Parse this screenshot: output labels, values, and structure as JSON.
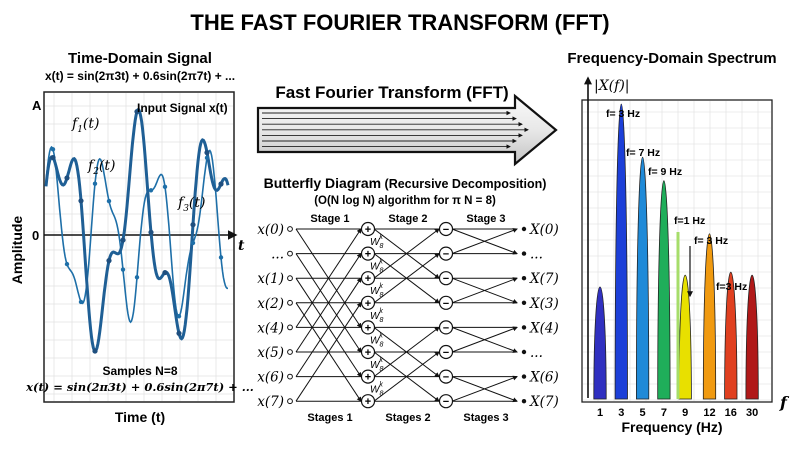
{
  "title": "THE FAST FOURIER TRANSFORM (FFT)",
  "time_panel": {
    "heading": "Time-Domain Signal",
    "equation_top": "x(t) = sin(2π3t) + 0.6sin(2π7t) + ...",
    "input_label": "Input Signal x(t)",
    "a_label": "A",
    "zero_label": "0",
    "t_label": "t",
    "y_axis_label": "Amplitude",
    "x_axis_label": "Time (t)",
    "samples_label": "Samples N=8",
    "equation_bottom": "x(t) = sin(2π3t) + 0.6sin(2π7t) + ...",
    "f1": "f",
    "f1_sub": "1",
    "f1_tail": "(t)",
    "f2": "f",
    "f2_sub": "2",
    "f2_tail": "(t)",
    "f3": "f",
    "f3_sub": "3",
    "f3_tail": "(t)"
  },
  "middle": {
    "arrow_label": "Fast Fourier Transform (FFT)",
    "butterfly_title_bold": "Butterfly Diagram",
    "butterfly_title_rest": " (Recursive Decomposition)",
    "butterfly_subtitle": "(O(N log N) algorithm for π N = 8)",
    "stage_top": [
      "Stage 1",
      "Stage 2",
      "Stage 3"
    ],
    "stage_bottom": [
      "Stages 1",
      "Stages 2",
      "Stages 3"
    ],
    "inputs": [
      "x(0)",
      "...",
      "x(1)",
      "x(2)",
      "x(4)",
      "x(5)",
      "x(6)",
      "x(7)"
    ],
    "outputs": [
      "X(0)",
      "...",
      "X(7)",
      "X(3)",
      "X(4)",
      "...",
      "X(6)",
      "X(7)"
    ],
    "twiddle": "W",
    "twiddle_sub": "8",
    "twiddle_sup": "k"
  },
  "freq_panel": {
    "heading": "Frequency-Domain Spectrum",
    "y_label": "|X(f)|",
    "x_axis_label": "Frequency (Hz)",
    "f_label": "f"
  },
  "chart_data": {
    "type": "bar",
    "title": "Frequency-Domain Spectrum",
    "xlabel": "Frequency (Hz)",
    "ylabel": "|X(f)|",
    "categories": [
      "1",
      "3",
      "5",
      "7",
      "9",
      "12",
      "16",
      "30"
    ],
    "values": [
      0.38,
      1.0,
      0.82,
      0.74,
      0.42,
      0.56,
      0.43,
      0.42
    ],
    "colors": [
      "#3030c0",
      "#1c3fd8",
      "#1f8ad8",
      "#1fae5a",
      "#e8e000",
      "#f09a10",
      "#e04020",
      "#b01818"
    ],
    "annotations": [
      {
        "text": "f= 3 Hz",
        "category": "3"
      },
      {
        "text": "f= 7 Hz",
        "category": "5"
      },
      {
        "text": "f= 9 Hz",
        "category": "7"
      },
      {
        "text": "f=1 Hz",
        "category": "9"
      },
      {
        "text": "f= 3 Hz",
        "category": "12"
      },
      {
        "text": "f=3 Hz",
        "category": "16"
      }
    ],
    "ylim": [
      0,
      1.1
    ]
  }
}
